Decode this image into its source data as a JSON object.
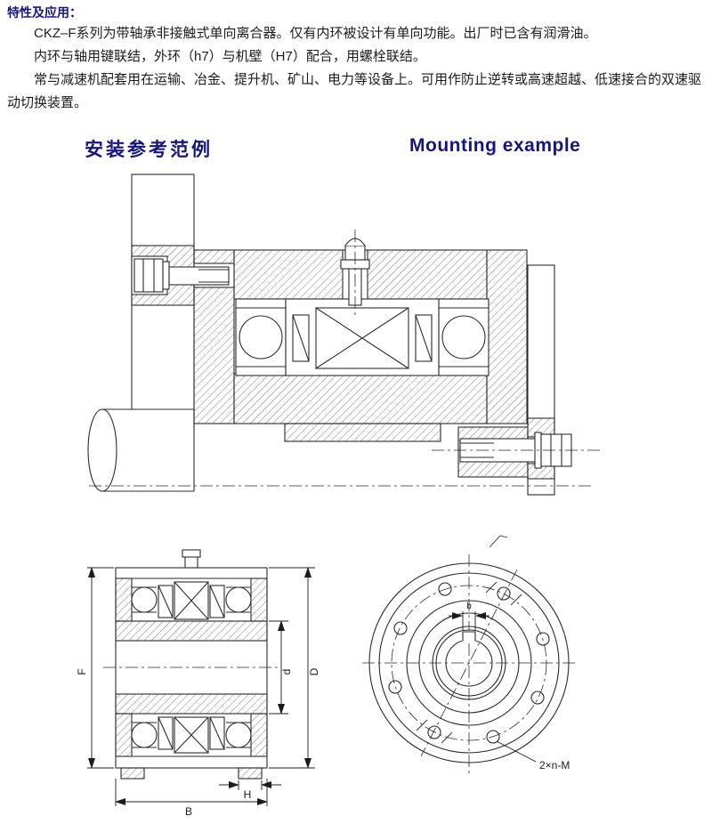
{
  "intro": {
    "heading": "特性及应用：",
    "paragraphs": [
      "CKZ–F系列为带轴承非接触式单向离合器。仅有内环被设计有单向功能。出厂时已含有润滑油。",
      "内环与轴用键联结，外环（h7）与机壁（H7）配合，用螺栓联结。",
      "常与减速机配套用在运输、冶金、提升机、矿山、电力等设备上。可用作防止逆转或高速超越、低速接合的双速驱动切换装置。"
    ]
  },
  "headings": {
    "cn": "安装参考范例",
    "en": "Mounting example"
  },
  "drawing_labels": {
    "F": "F",
    "d": "d",
    "D": "D",
    "H": "H",
    "B": "B",
    "b": "b",
    "bolt_note": "2×n-M"
  },
  "colors": {
    "heading": "#16167f",
    "body_text": "#1c1c1c",
    "line": "#2b2b2b"
  }
}
